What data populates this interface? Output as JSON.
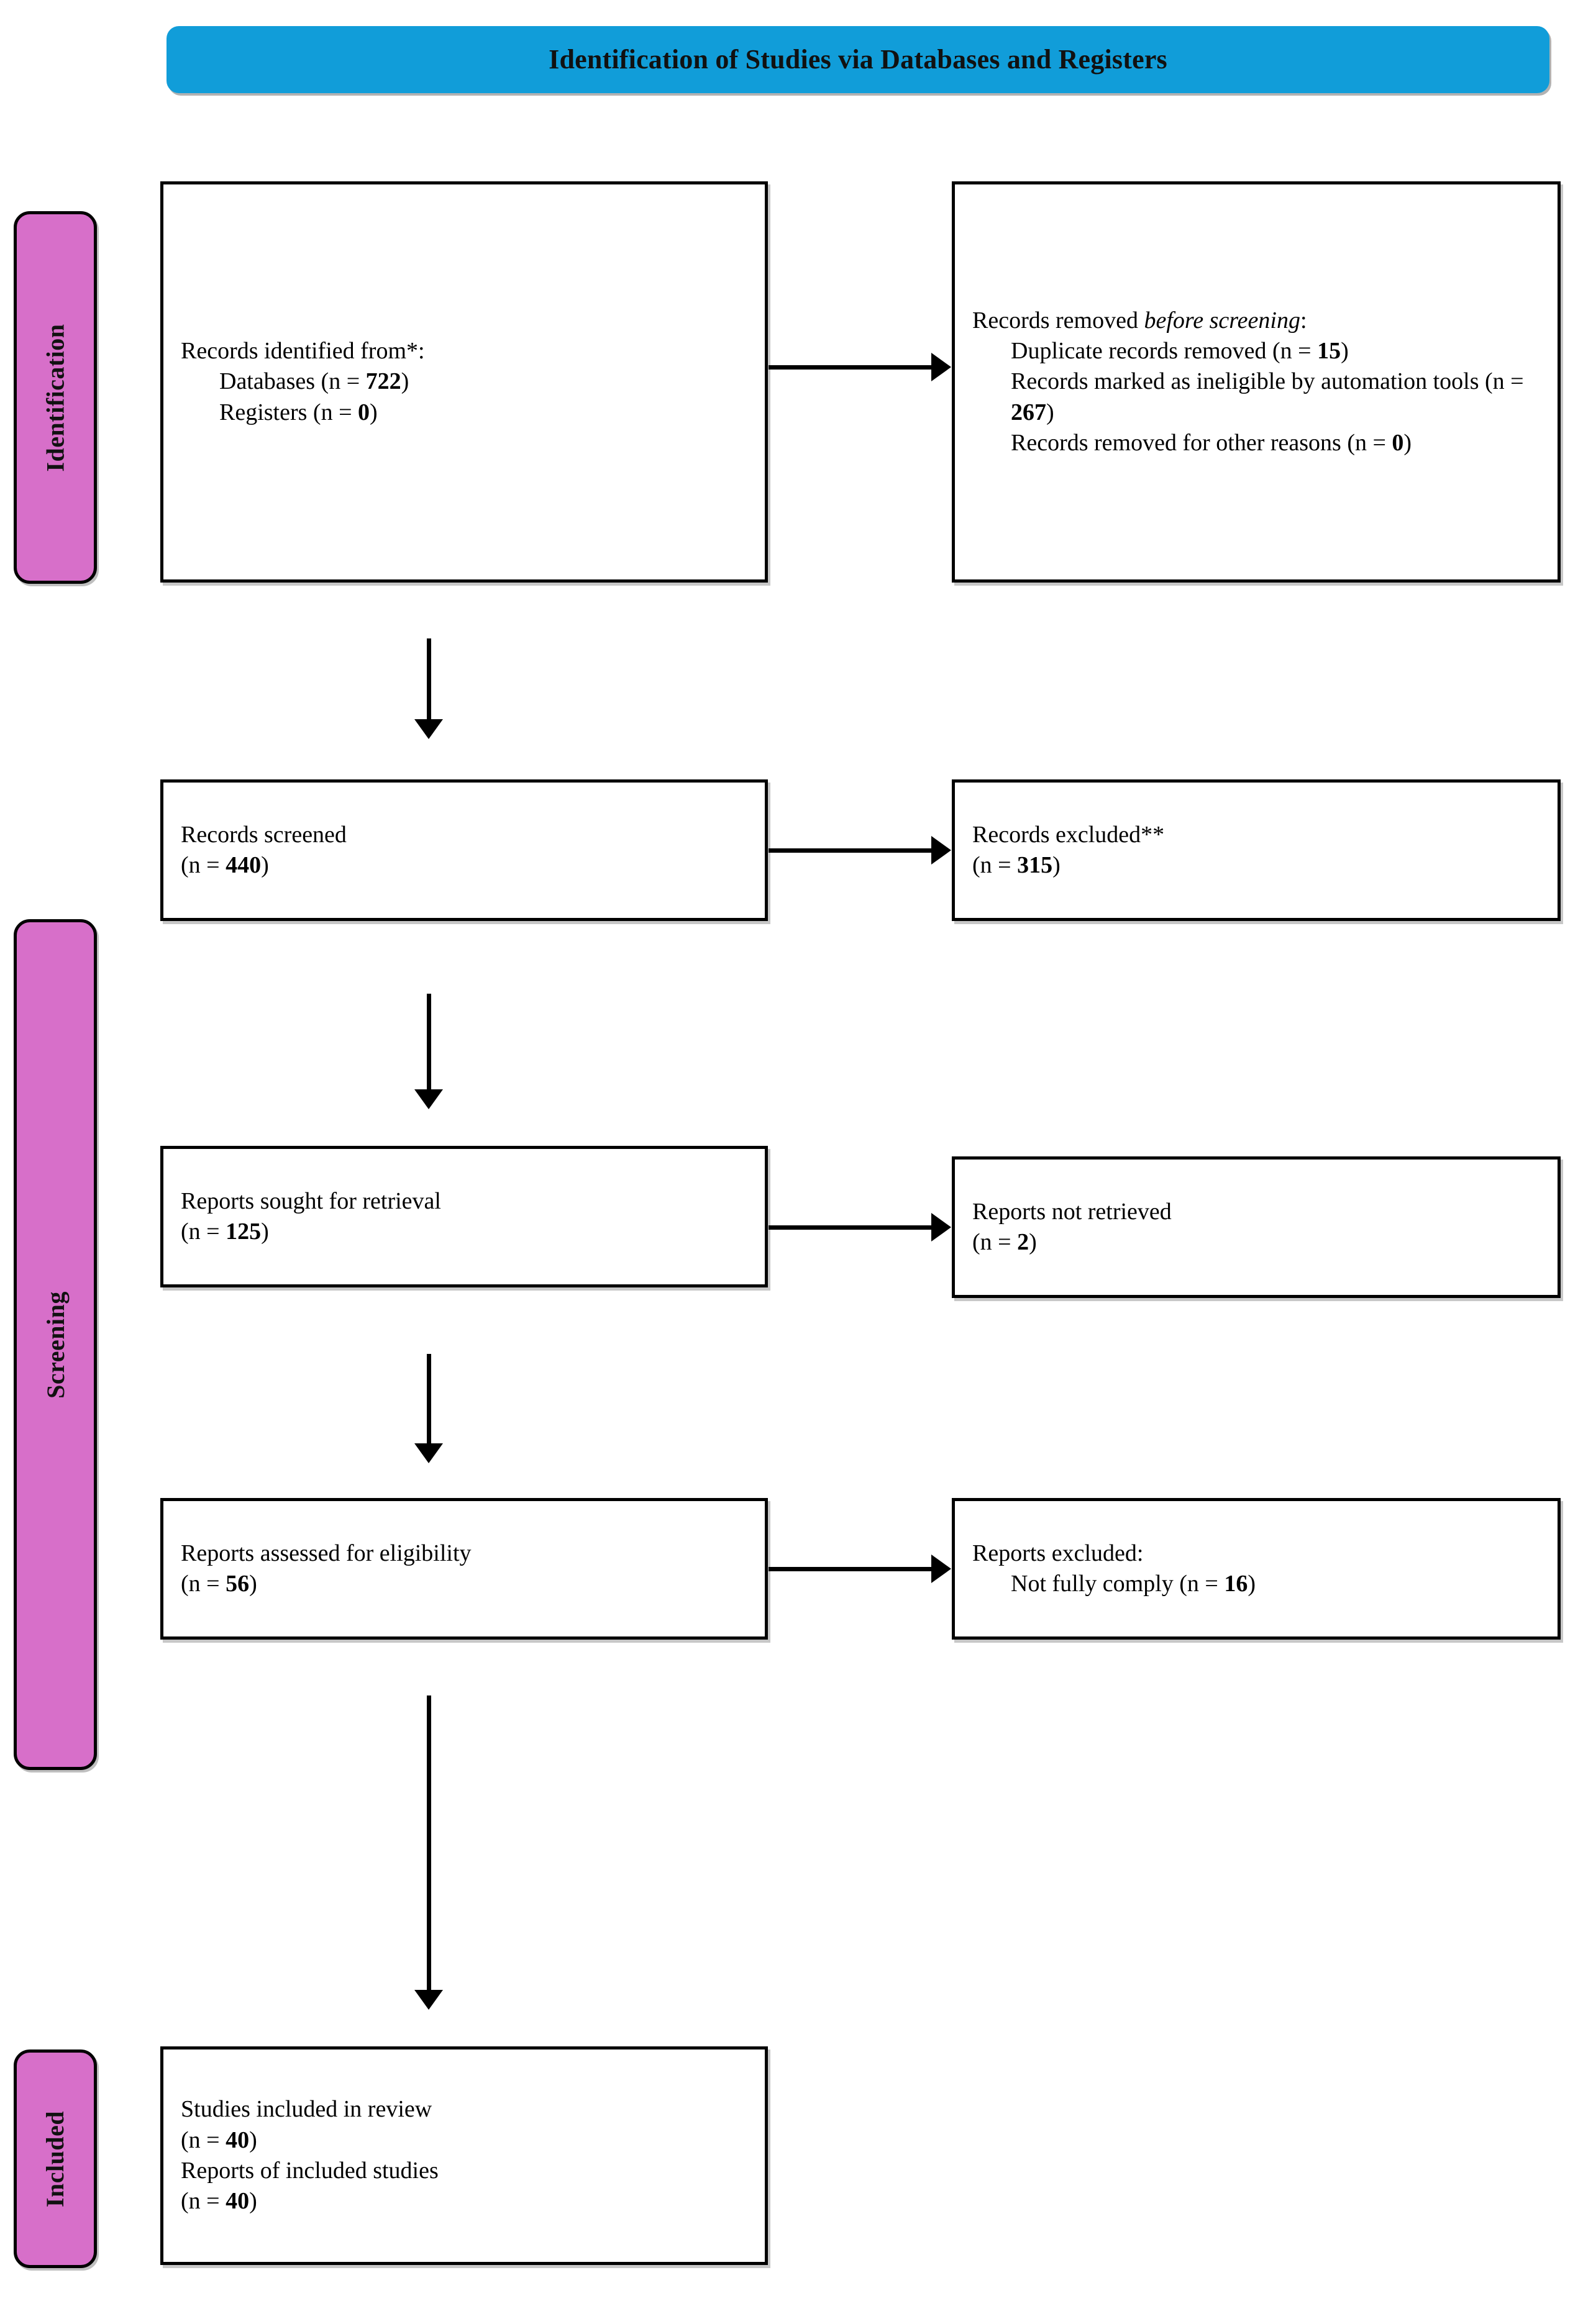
{
  "header": {
    "title": "Identification of Studies via Databases and Registers",
    "color": "#119DD9"
  },
  "phases": {
    "color": "#D76FC9",
    "identification": "Identification",
    "screening": "Screening",
    "included": "Included"
  },
  "boxes": {
    "identified": {
      "line1": "Records identified from*:",
      "line2_text": "Databases (n = ",
      "line2_num": "722",
      "line2_end": ")",
      "line3_text": "Registers (n = ",
      "line3_num": "0",
      "line3_end": ")"
    },
    "removed": {
      "line1_text": "Records removed ",
      "line1_ital": "before screening",
      "line1_end": ":",
      "line2_text": "Duplicate records removed (n = ",
      "line2_num": "15",
      "line2_end": ")",
      "line3_text": "Records marked as ineligible by automation tools (n = ",
      "line3_num": "267",
      "line3_end": ")",
      "line4_text": "Records removed for other reasons (n = ",
      "line4_num": "0",
      "line4_end": ")"
    },
    "screened": {
      "line1": "Records screened",
      "line2_text": "(n = ",
      "line2_num": "440",
      "line2_end": ")"
    },
    "excluded": {
      "line1": "Records excluded**",
      "line2_text": "(n = ",
      "line2_num": "315",
      "line2_end": ")"
    },
    "sought": {
      "line1": "Reports sought for retrieval",
      "line2_text": "(n = ",
      "line2_num": "125",
      "line2_end": ")"
    },
    "not_retrieved": {
      "line1": "Reports not retrieved",
      "line2_text": "(n = ",
      "line2_num": "2",
      "line2_end": ")"
    },
    "assessed": {
      "line1": "Reports assessed for eligibility",
      "line2_text": "(n = ",
      "line2_num": "56",
      "line2_end": ")"
    },
    "reports_excluded": {
      "line1": "Reports excluded:",
      "line2_text": "Not fully comply (n = ",
      "line2_num": "16",
      "line2_end": ")"
    },
    "included": {
      "line1": "Studies included in review",
      "line2_text": "(n = ",
      "line2_num": "40",
      "line2_end": ")",
      "line3": "Reports of included studies",
      "line4_text": "(n = ",
      "line4_num": "40",
      "line4_end": ")"
    }
  }
}
